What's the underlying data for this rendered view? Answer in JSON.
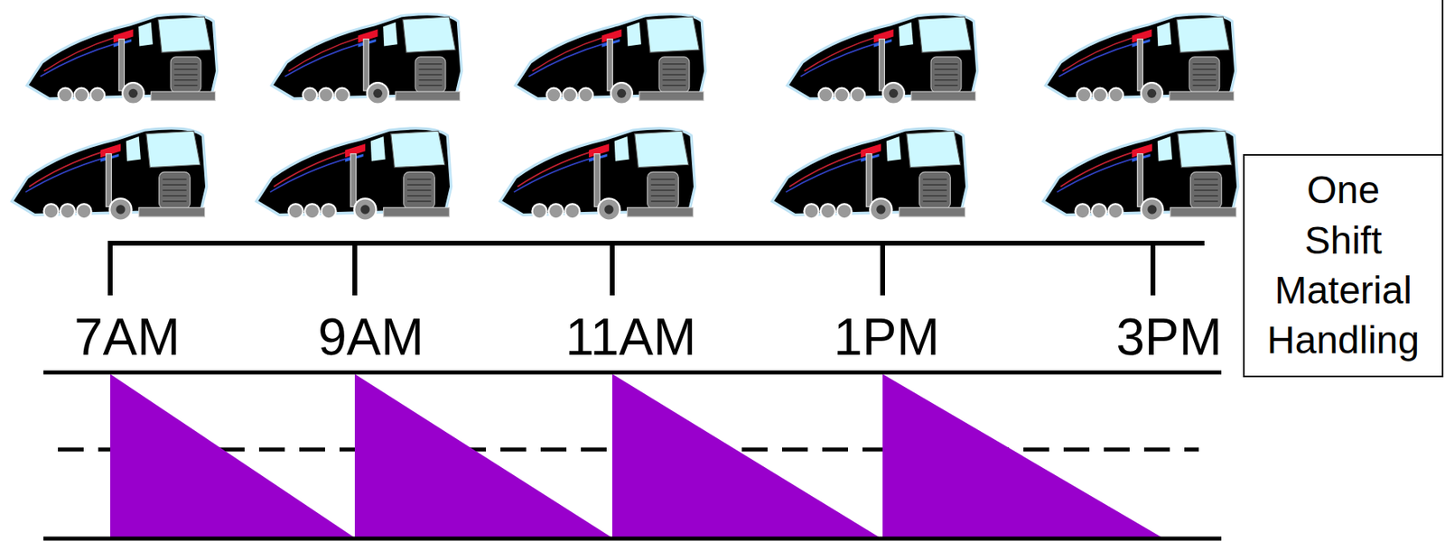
{
  "diagram": {
    "nodes": [
      {
        "text": [
          "One Shift Material Handling"
        ]
      }
    ],
    "labels": [
      "7AM",
      "9AM",
      "11AM",
      "1PM",
      "3PM"
    ]
  }
}
